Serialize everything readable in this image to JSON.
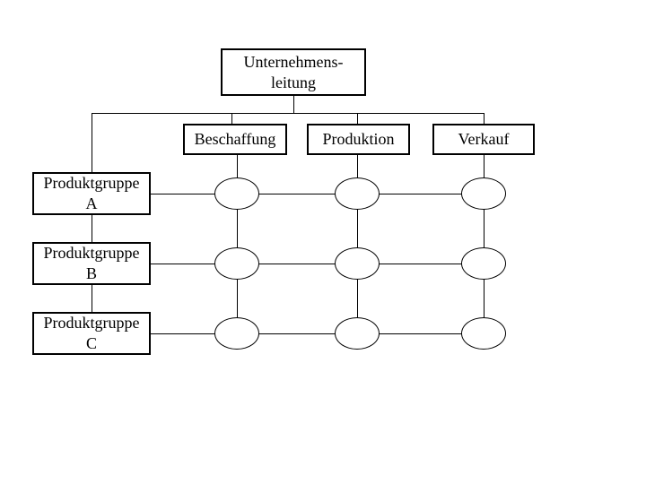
{
  "diagram": {
    "type": "matrix-organization-chart",
    "background_color": "#ffffff",
    "line_color": "#000000",
    "text_color": "#000000",
    "root": {
      "line1": "Unternehmens-",
      "line2": "leitung"
    },
    "functions": [
      {
        "label": "Beschaffung"
      },
      {
        "label": "Produktion"
      },
      {
        "label": "Verkauf"
      }
    ],
    "product_groups": [
      {
        "line1": "Produktgruppe",
        "line2": "A"
      },
      {
        "line1": "Produktgruppe",
        "line2": "B"
      },
      {
        "line1": "Produktgruppe",
        "line2": "C"
      }
    ],
    "matrix": {
      "rows": [
        "A",
        "B",
        "C"
      ],
      "columns": [
        "Beschaffung",
        "Produktion",
        "Verkauf"
      ],
      "cell_shape": "ellipse",
      "cell_text": ""
    }
  }
}
